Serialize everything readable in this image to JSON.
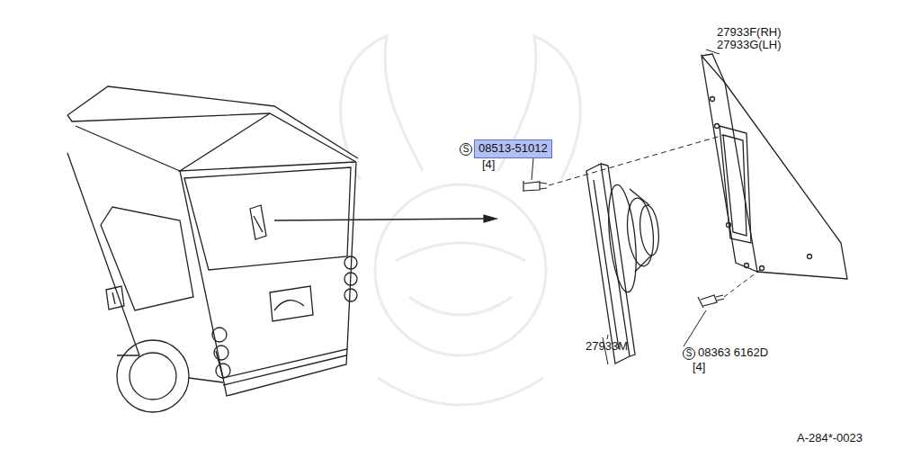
{
  "diagram": {
    "nodes": [
      {
        "text": [
          "08513-51012"
        ]
      }
    ],
    "labels": [
      "S",
      "[4]",
      "27933F(RH)",
      "27933G(LH)",
      "27933M",
      "S",
      "08363 6162D",
      "[4]",
      "A-284*-0023"
    ]
  }
}
